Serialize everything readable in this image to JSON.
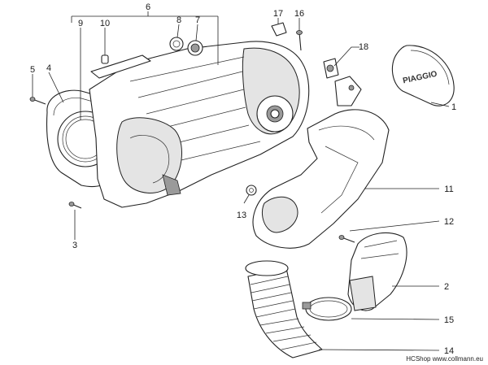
{
  "labels": {
    "l1": "1",
    "l2": "2",
    "l3": "3",
    "l4": "4",
    "l5": "5",
    "l6": "6",
    "l7": "7",
    "l8": "8",
    "l9": "9",
    "l10": "10",
    "l11": "11",
    "l12": "12",
    "l13": "13",
    "l14": "14",
    "l15": "15",
    "l16": "16",
    "l17": "17",
    "l18": "18"
  },
  "brand_logo": "PIAGGIO",
  "footer": {
    "shop": "HCShop",
    "url": "www.collmann.eu"
  }
}
